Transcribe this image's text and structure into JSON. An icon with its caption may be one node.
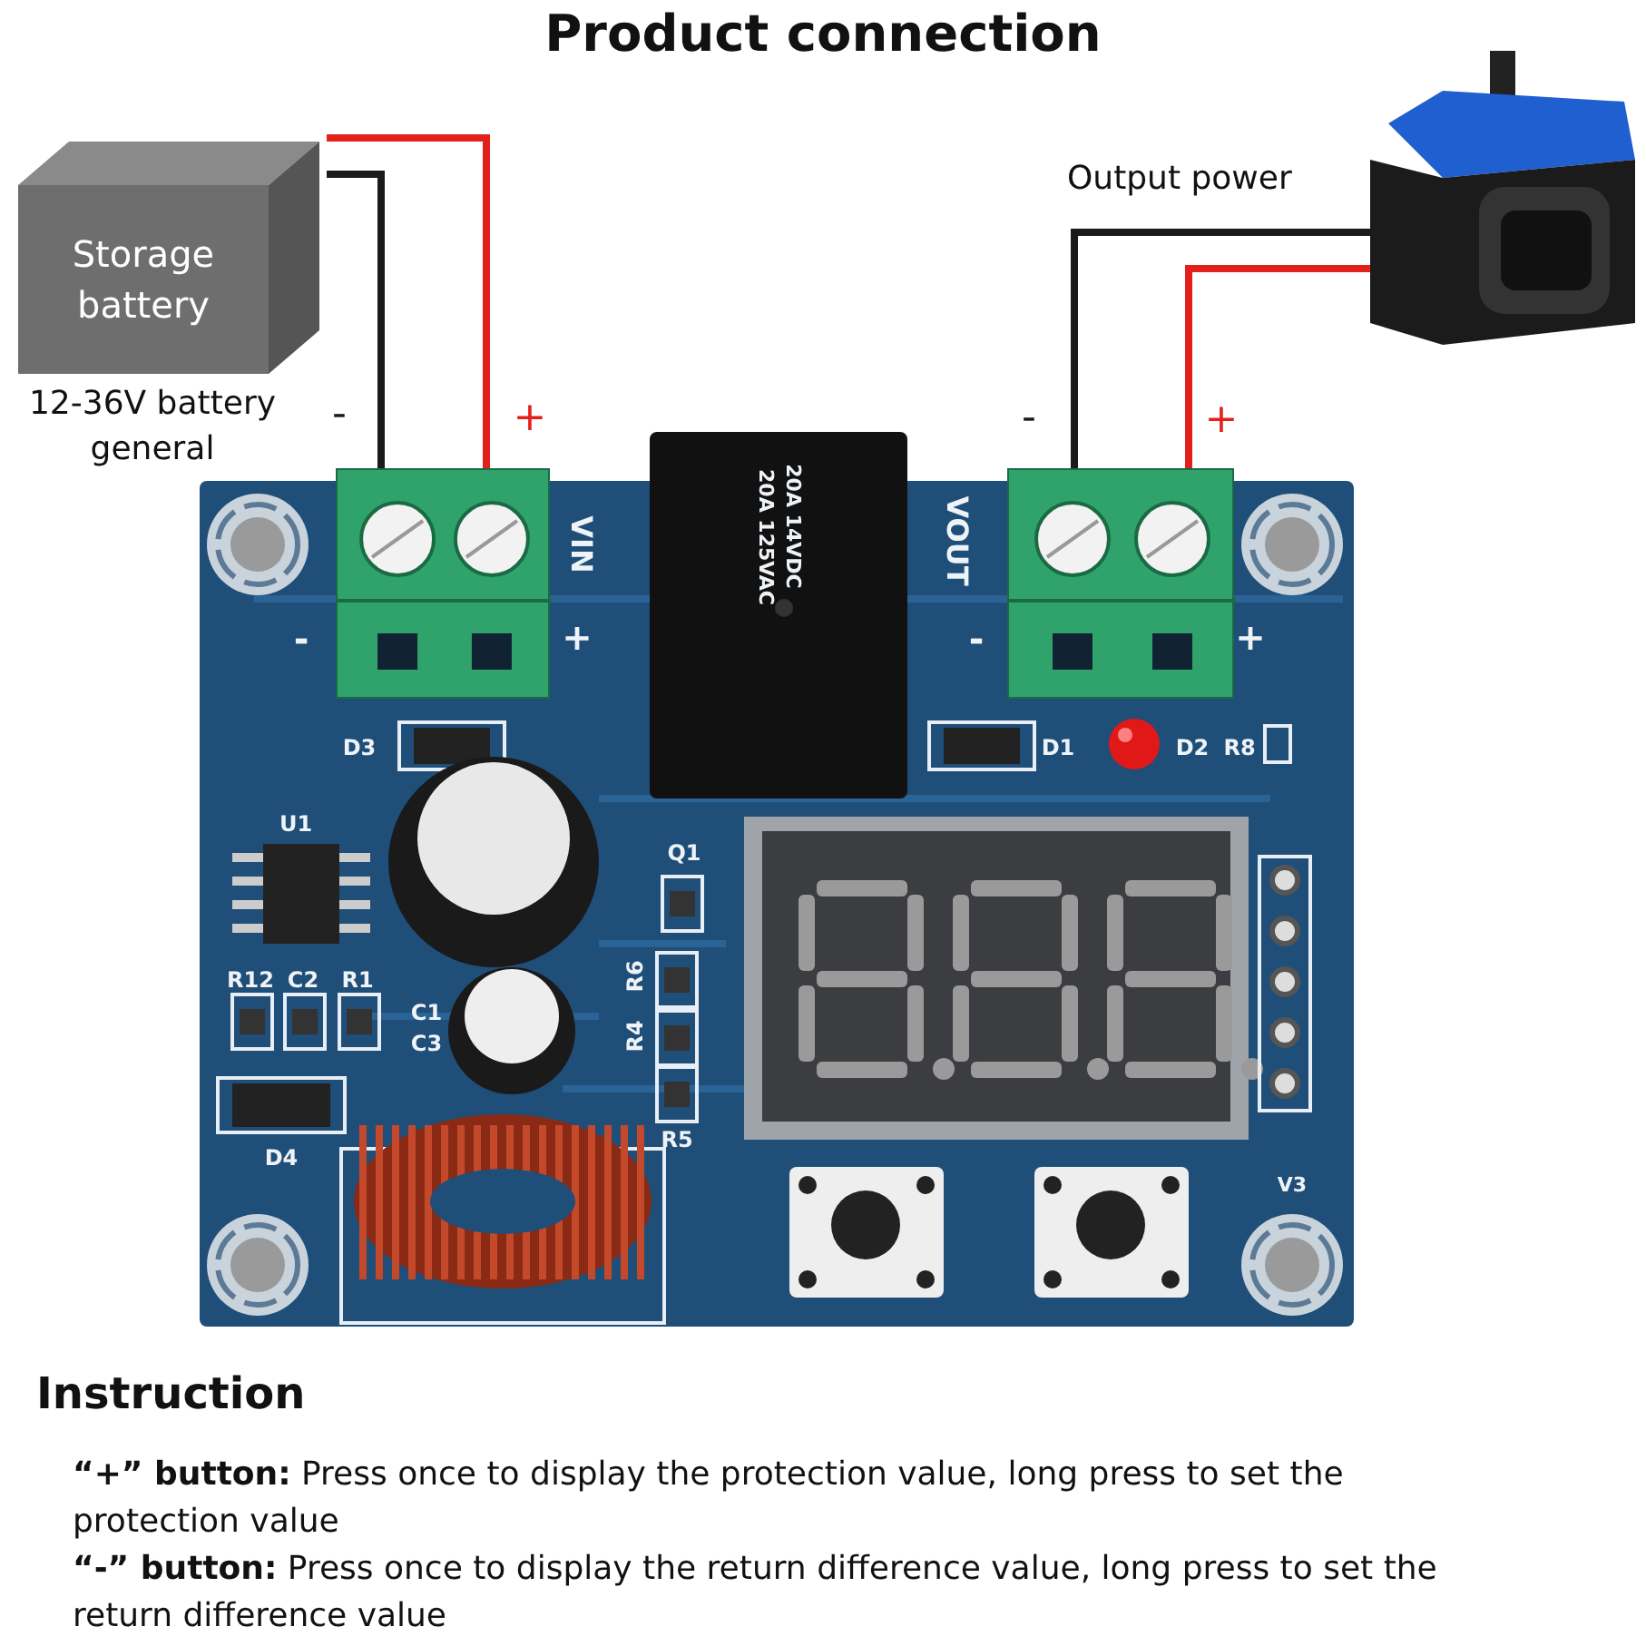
{
  "diagram": {
    "title": "Product connection",
    "nodes": [
      {
        "text": [
          "Storage battery"
        ],
        "beside": [
          "12-36V battery general"
        ]
      },
      {
        "text": [],
        "shape": "picture"
      },
      {
        "text": [],
        "shape": "box",
        "beside": [
          "VIN",
          "-",
          "+"
        ]
      },
      {
        "text": [],
        "shape": "box",
        "beside": [
          "VOUT",
          "-",
          "+"
        ]
      }
    ],
    "edges": [
      {
        "from": 0,
        "to": 2,
        "arrow": "none",
        "label": "-",
        "color": "#1a1a1a"
      },
      {
        "from": 0,
        "to": 2,
        "arrow": "none",
        "label": "+",
        "color": "#e3201b"
      },
      {
        "from": 3,
        "to": 1,
        "arrow": "none",
        "label": "-",
        "color": "#1a1a1a"
      },
      {
        "from": 3,
        "to": 1,
        "arrow": "none",
        "label": "+",
        "color": "#e3201b"
      }
    ],
    "labels": [
      "Output power",
      "20A 125VAC",
      "20A 14VDC",
      "D3",
      "D1",
      "D2",
      "R8",
      "U1",
      "Q1",
      "R6",
      "R12",
      "C2",
      "R1",
      "C1",
      "C3",
      "R4",
      "R5",
      "D4",
      "V3",
      "Instruction",
      "**“+” button:** Press once to display the protection value, long press to set the protection value",
      "**“-” button:** Press once to display the return difference value, long press to set the return difference value"
    ]
  }
}
